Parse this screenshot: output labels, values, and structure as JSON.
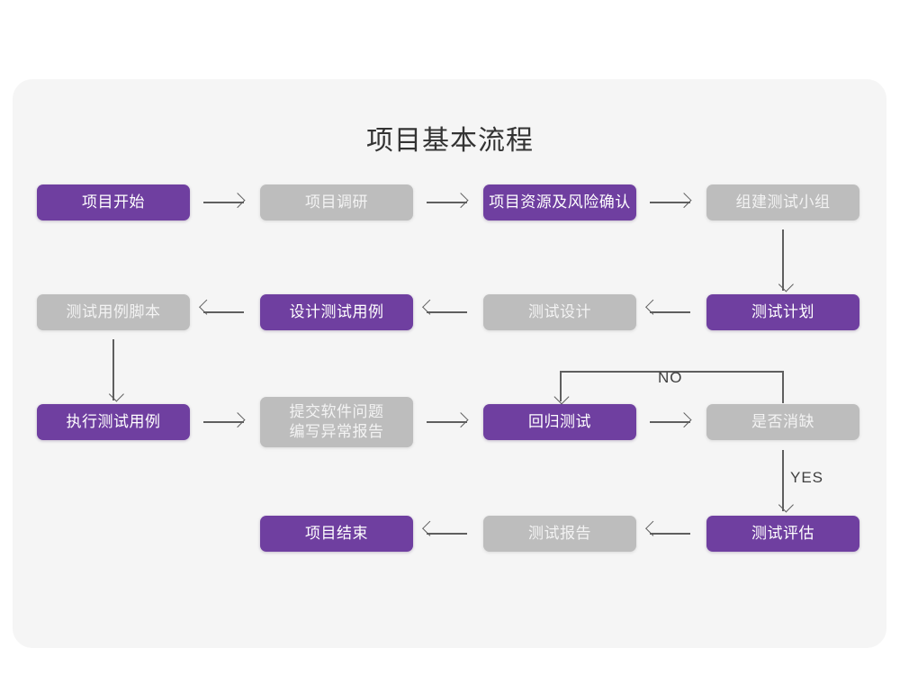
{
  "page": {
    "title": "项目基本流程",
    "background_color": "#ffffff",
    "panel_color": "#f5f5f5"
  },
  "theme": {
    "purple": "#6f3fa0",
    "gray": "#bdbdbd",
    "line": "#5f5f5f",
    "title_color": "#333333"
  },
  "flowchart": {
    "type": "flowchart",
    "rows": [
      {
        "id": "row1",
        "nodes": [
          {
            "id": "n1",
            "label": "项目开始",
            "style": "purple"
          },
          {
            "id": "n2",
            "label": "项目调研",
            "style": "gray"
          },
          {
            "id": "n3",
            "label": "项目资源及风险确认",
            "style": "purple"
          },
          {
            "id": "n4",
            "label": "组建测试小组",
            "style": "gray"
          }
        ]
      },
      {
        "id": "row2",
        "nodes": [
          {
            "id": "n5",
            "label": "测试用例脚本",
            "style": "gray"
          },
          {
            "id": "n6",
            "label": "设计测试用例",
            "style": "purple"
          },
          {
            "id": "n7",
            "label": "测试设计",
            "style": "gray"
          },
          {
            "id": "n8",
            "label": "测试计划",
            "style": "purple"
          }
        ]
      },
      {
        "id": "row3",
        "nodes": [
          {
            "id": "n9",
            "label": "执行测试用例",
            "style": "purple"
          },
          {
            "id": "n10",
            "label": "提交软件问题\n编写异常报告",
            "style": "gray"
          },
          {
            "id": "n11",
            "label": "回归测试",
            "style": "purple"
          },
          {
            "id": "n12",
            "label": "是否消缺",
            "style": "gray"
          }
        ]
      },
      {
        "id": "row4",
        "nodes": [
          {
            "id": "n13",
            "label": "项目结束",
            "style": "purple"
          },
          {
            "id": "n14",
            "label": "测试报告",
            "style": "gray"
          },
          {
            "id": "n15",
            "label": "测试评估",
            "style": "purple"
          }
        ]
      }
    ],
    "edge_labels": {
      "no": "NO",
      "yes": "YES"
    }
  }
}
